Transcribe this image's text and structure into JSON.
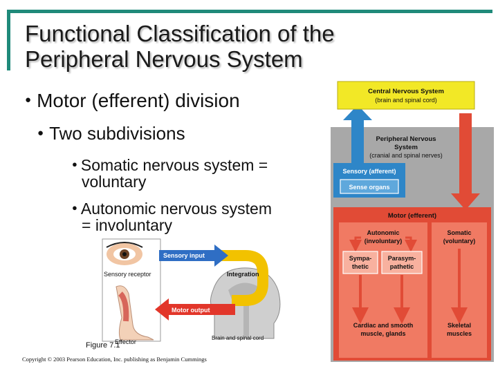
{
  "title": {
    "line1": "Functional Classification of the",
    "line2": "Peripheral Nervous System"
  },
  "bullets": {
    "l1": "Motor (efferent) division",
    "l2": "Two subdivisions",
    "somatic_a": "Somatic nervous system =",
    "somatic_b": "voluntary",
    "autonomic_a": "Autonomic nervous system",
    "autonomic_b": "= involuntary"
  },
  "reflex_figure": {
    "sensory_input": "Sensory input",
    "integration": "Integration",
    "motor_output": "Motor output",
    "sensory_receptor": "Sensory receptor",
    "brain_spinal": "Brain and spinal cord",
    "effector": "Effector"
  },
  "caption": {
    "figure": "Figure 7.1",
    "copyright": "Copyright © 2003 Pearson Education, Inc. publishing as Benjamin Cummings"
  },
  "flowchart": {
    "cns_a": "Central Nervous System",
    "cns_b": "(brain and spinal cord)",
    "pns_a": "Peripheral Nervous",
    "pns_b": "System",
    "pns_c": "(cranial and spinal nerves)",
    "sensory": "Sensory (afferent)",
    "sense_organs": "Sense organs",
    "motor": "Motor (efferent)",
    "autonomic_a": "Autonomic",
    "autonomic_b": "(involuntary)",
    "somatic_a": "Somatic",
    "somatic_b": "(voluntary)",
    "sympa_a": "Sympa-",
    "sympa_b": "thetic",
    "parasym_a": "Parasym-",
    "parasym_b": "pathetic",
    "cardiac_a": "Cardiac and smooth",
    "cardiac_b": "muscle, glands",
    "skeletal_a": "Skeletal",
    "skeletal_b": "muscles"
  },
  "colors": {
    "accent": "#1f8a7a",
    "cns_box": "#f2e826",
    "motor_red": "#e14b36",
    "sensory_blue": "#2e86c8",
    "pns_gray": "#a8a8a8"
  }
}
